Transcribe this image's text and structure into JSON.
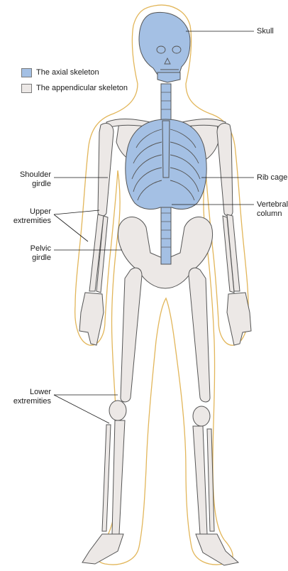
{
  "legend": {
    "axial": {
      "label": "The axial skeleton",
      "color": "#a4c0e4"
    },
    "appendicular": {
      "label": "The appendicular skeleton",
      "color": "#ece8e6"
    }
  },
  "labels": {
    "skull": "Skull",
    "rib_cage": "Rib cage",
    "vertebral_column": "Vertebral\ncolumn",
    "shoulder_girdle": "Shoulder\ngirdle",
    "upper_extremities": "Upper\nextremities",
    "pelvic_girdle": "Pelvic\ngirdle",
    "lower_extremities": "Lower\nextremities"
  },
  "colors": {
    "body_outline": "#e2b65a",
    "bone_stroke": "#555555",
    "axial_fill": "#a4c0e4",
    "appendicular_fill": "#ece8e6"
  }
}
